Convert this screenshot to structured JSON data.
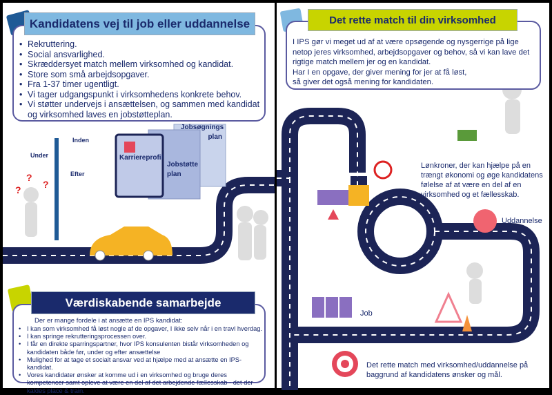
{
  "left": {
    "title": "Kandidatens vej til job eller uddannelse",
    "bullets": [
      "Rekruttering.",
      "Social ansvarlighed.",
      "Skræddersyet match mellem virksomhed og kandidat.",
      "Store som små arbejdsopgaver.",
      "Fra 1-37 timer ugentligt.",
      "Vi tager udgangspunkt i virksomhedens konkrete behov.",
      "Vi støtter undervejs i ansættelsen, og sammen med kandidat og virksomhed laves en jobstøtteplan."
    ],
    "signpost": [
      "Inden",
      "Under",
      "Efter"
    ],
    "documents": [
      "Karriereprofil",
      "Jobstøtte plan",
      "Jobsøgnings plan"
    ]
  },
  "bottom_left": {
    "title": "Værdiskabende samarbejde",
    "intro": "Der er mange fordele i at ansætte en IPS kandidat:",
    "bullets": [
      "I kan som virksomhed få løst nogle af de opgaver, I ikke selv når i en travl hverdag.",
      "I kan springe rekrutteringsprocessen over.",
      "I får en direkte sparringspartner, hvor IPS konsulenten bistår virksomheden og kandidaten både før, under og efter ansættelse",
      "Mulighed for at tage et socialt ansvar ved at hjælpe med at ansætte en IPS-kandidat.",
      "Vores kandidater ønsker at komme ud i en virksomhed og bruge deres kompetencer samt opleve at være en del af det arbejdende fællesskab - det der kaldes place & train."
    ]
  },
  "right": {
    "title": "Det rette match til din virksomhed",
    "body": [
      "I IPS gør vi meget ud af at være opsøgende og nysgerrige på lige netop jeres virksomhed, arbejdsopgaver og behov, så vi kan lave det rigtige match mellem jer og en kandidat.",
      "Har I en opgave, der giver mening for jer at få løst,",
      "så giver det også mening for kandidaten."
    ],
    "salary_text": "Lønkroner, der kan hjælpe på en trængt økonomi og øge kandidatens følelse af at være en del af en virksomhed og et fællesskab.",
    "education_label": "Uddannelse",
    "job_label": "Job",
    "match_text": "Det rette match med virksomhed/uddannelse på baggrund af kandidatens ønsker og mål."
  },
  "colors": {
    "navy": "#1a2a6c",
    "road": "#1c2456",
    "light_blue": "#7fb8e0",
    "lime": "#c8d400",
    "accent_red": "#e4475a",
    "orange": "#f5b324",
    "purple": "#8a6fc0"
  }
}
